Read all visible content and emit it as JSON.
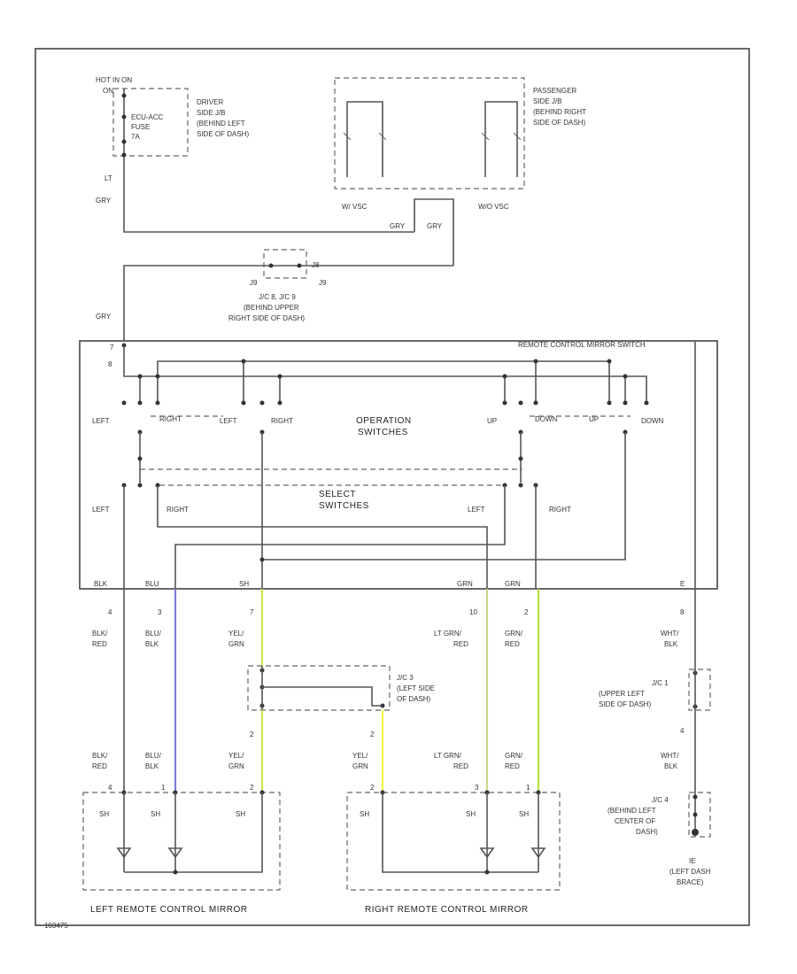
{
  "labels": {
    "hot_in_on": "HOT IN ON",
    "hot_in_on_2": "ON",
    "fuse_1": "ECU-ACC",
    "fuse_2": "FUSE",
    "fuse_3": "7A",
    "driver_jb_1": "DRIVER",
    "driver_jb_2": "SIDE J/B",
    "driver_jb_3": "(BEHIND LEFT",
    "driver_jb_4": "SIDE OF DASH)",
    "passenger_jb_1": "PASSENGER",
    "passenger_jb_2": "SIDE J/B",
    "passenger_jb_3": "(BEHIND RIGHT",
    "passenger_jb_4": "SIDE OF DASH)",
    "wire_lt": "LT",
    "wire_gry_1": "GRY",
    "wire_gry_2": "GRY",
    "wire_gry_3": "GRY",
    "wire_gry_4": "GRY",
    "jvc_sub_1": "W/ VSC",
    "jvc_sub_2": "W/O VSC",
    "jc_name": "J/C 8, J/C 9",
    "jc_loc_1": "(BEHIND UPPER",
    "jc_loc_2": "RIGHT SIDE OF DASH)",
    "jc_pin_a": "J9",
    "jc_pin_b": "J9",
    "jc_pin_c": "J8",
    "switch_title": "REMOTE CONTROL MIRROR SWITCH",
    "pin_top_1": "7",
    "pin_top_2": "8",
    "op_left": "LEFT",
    "op_right": "RIGHT",
    "op_left2": "LEFT",
    "op_right2": "RIGHT",
    "operation_1": "OPERATION",
    "operation_2": "SWITCHES",
    "op_up": "UP",
    "op_down": "DOWN",
    "op_up2": "UP",
    "op_down2": "DOWN",
    "sel_left": "LEFT",
    "sel_right": "RIGHT",
    "select_1": "SELECT",
    "select_2": "SWITCHES",
    "sel_left2": "LEFT",
    "sel_right2": "RIGHT",
    "term_1": "BLK",
    "term_2": "BLU",
    "term_3": "SH",
    "term_4": "GRN",
    "term_5": "GRN",
    "term_6": "E",
    "pin_4": "4",
    "pin_3": "3",
    "pin_7": "7",
    "pin_10": "10",
    "pin_2": "2",
    "pin_8": "8",
    "w1a": "BLK/",
    "w1b": "RED",
    "w2a": "BLU/",
    "w2b": "BLK",
    "w3a": "YEL/",
    "w3b": "GRN",
    "w4a": "LT GRN/",
    "w4b": "RED",
    "w5a": "GRN/",
    "w5b": "RED",
    "w6a": "WHT/",
    "w6b": "BLK",
    "jc3_1": "J/C 3",
    "jc3_2": "(LEFT SIDE",
    "jc3_3": "OF DASH)",
    "jc1_1": "J/C 1",
    "jc1_2": "(UPPER LEFT",
    "jc1_3": "SIDE OF DASH)",
    "pin_lower_2a": "2",
    "pin_lower_2b": "2",
    "pin_lower_4": "4",
    "lw1a": "BLK/",
    "lw1b": "RED",
    "lw2a": "BLU/",
    "lw2b": "BLK",
    "lw3a": "YEL/",
    "lw3b": "GRN",
    "lw4a": "YEL/",
    "lw4b": "GRN",
    "lw5a": "LT GRN/",
    "lw5b": "RED",
    "lw6a": "GRN/",
    "lw6b": "RED",
    "lw7a": "WHT/",
    "lw7b": "BLK",
    "jc4_1": "J/C 4",
    "jc4_2": "(BEHIND LEFT",
    "jc4_3": "CENTER OF",
    "jc4_4": "DASH)",
    "ground_num": "IE",
    "ground_1": "(LEFT DASH",
    "ground_2": "BRACE)",
    "m_left_sh1": "SH",
    "m_left_sh2": "SH",
    "m_left_sh3": "SH",
    "m_right_sh1": "SH",
    "m_right_sh2": "SH",
    "m_right_sh3": "SH",
    "mpin_4": "4",
    "mpin_1": "1",
    "mpin_2": "2",
    "mpin_2r": "2",
    "mpin_3": "3",
    "mpin_1r": "1",
    "left_mirror": "LEFT REMOTE CONTROL MIRROR",
    "right_mirror": "RIGHT REMOTE CONTROL MIRROR",
    "footer": "103475"
  },
  "colors": {
    "wire_blue": "#7c7cd8",
    "wire_yellow_green": "#c9e84a",
    "wire_lt_green": "#c8d68a",
    "wire_green": "#b6e04a",
    "wire_yellow": "#f0f04a"
  }
}
